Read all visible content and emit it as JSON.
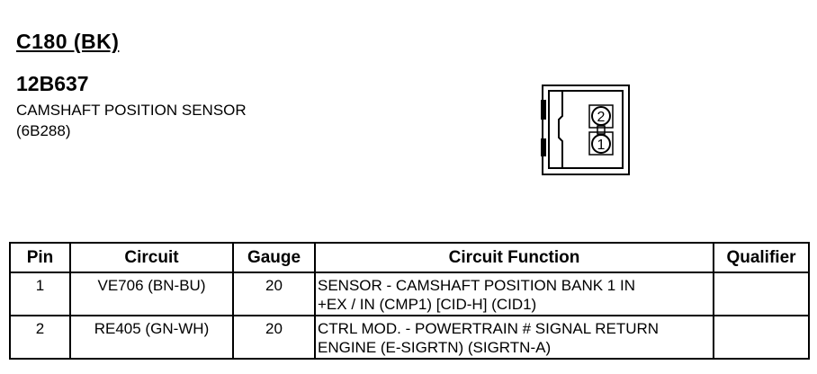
{
  "header": {
    "connector_id": "C180 (BK)",
    "part_number": "12B637",
    "component_name": "CAMSHAFT POSITION SENSOR",
    "component_code": "(6B288)"
  },
  "diagram": {
    "pin_labels": [
      "2",
      "1"
    ]
  },
  "table": {
    "headers": {
      "pin": "Pin",
      "circuit": "Circuit",
      "gauge": "Gauge",
      "function": "Circuit Function",
      "qualifier": "Qualifier"
    },
    "rows": [
      {
        "pin": "1",
        "circuit": "VE706 (BN-BU)",
        "gauge": "20",
        "function_line1": "SENSOR - CAMSHAFT POSITION BANK 1 IN",
        "function_line2": "+EX / IN (CMP1) [CID-H] (CID1)",
        "qualifier": ""
      },
      {
        "pin": "2",
        "circuit": "RE405 (GN-WH)",
        "gauge": "20",
        "function_line1": "CTRL MOD. - POWERTRAIN # SIGNAL RETURN",
        "function_line2": "ENGINE (E-SIGRTN) (SIGRTN-A)",
        "qualifier": ""
      }
    ]
  }
}
